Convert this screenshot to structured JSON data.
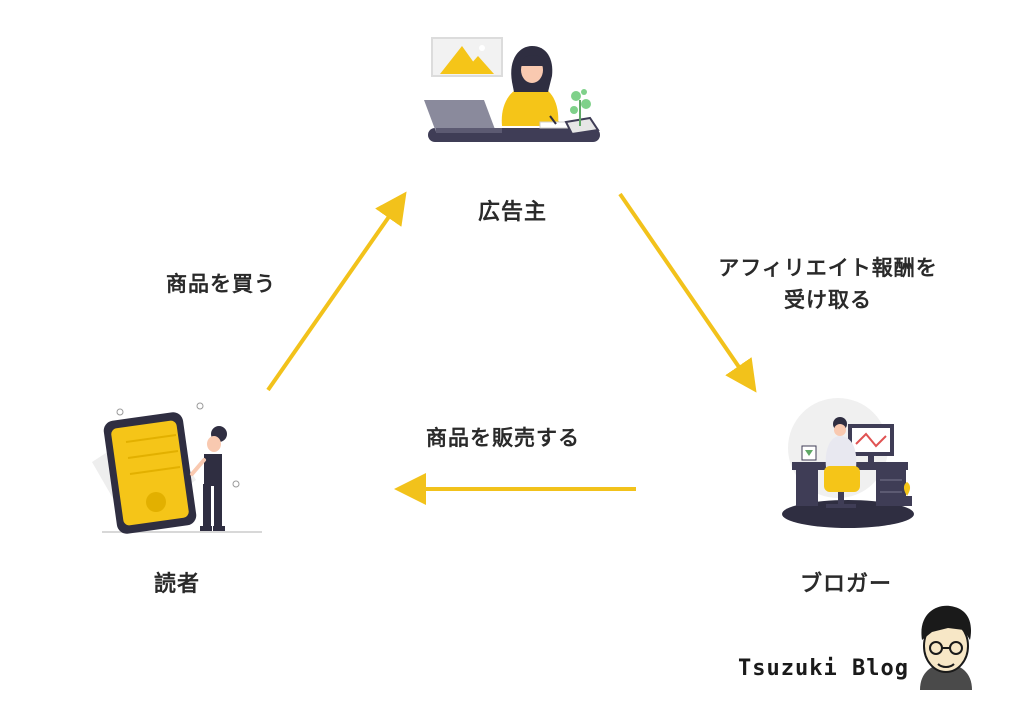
{
  "colors": {
    "accent": "#f5c518",
    "arrow": "#f2c21b",
    "dark": "#3f3d56",
    "skin": "#f9c9b0",
    "hair": "#2f2e41"
  },
  "nodes": {
    "advertiser": {
      "label": "広告主",
      "icon": "advertiser-illustration"
    },
    "blogger": {
      "label": "ブロガー",
      "icon": "blogger-illustration"
    },
    "reader": {
      "label": "読者",
      "icon": "reader-illustration"
    }
  },
  "edges": {
    "advertiser_to_blogger": {
      "line1": "アフィリエイト報酬を",
      "line2": "受け取る"
    },
    "blogger_to_reader": {
      "label": "商品を販売する"
    },
    "reader_to_advertiser": {
      "label": "商品を買う"
    }
  },
  "brand": {
    "name": "Tsuzuki Blog",
    "icon": "author-avatar-icon"
  }
}
